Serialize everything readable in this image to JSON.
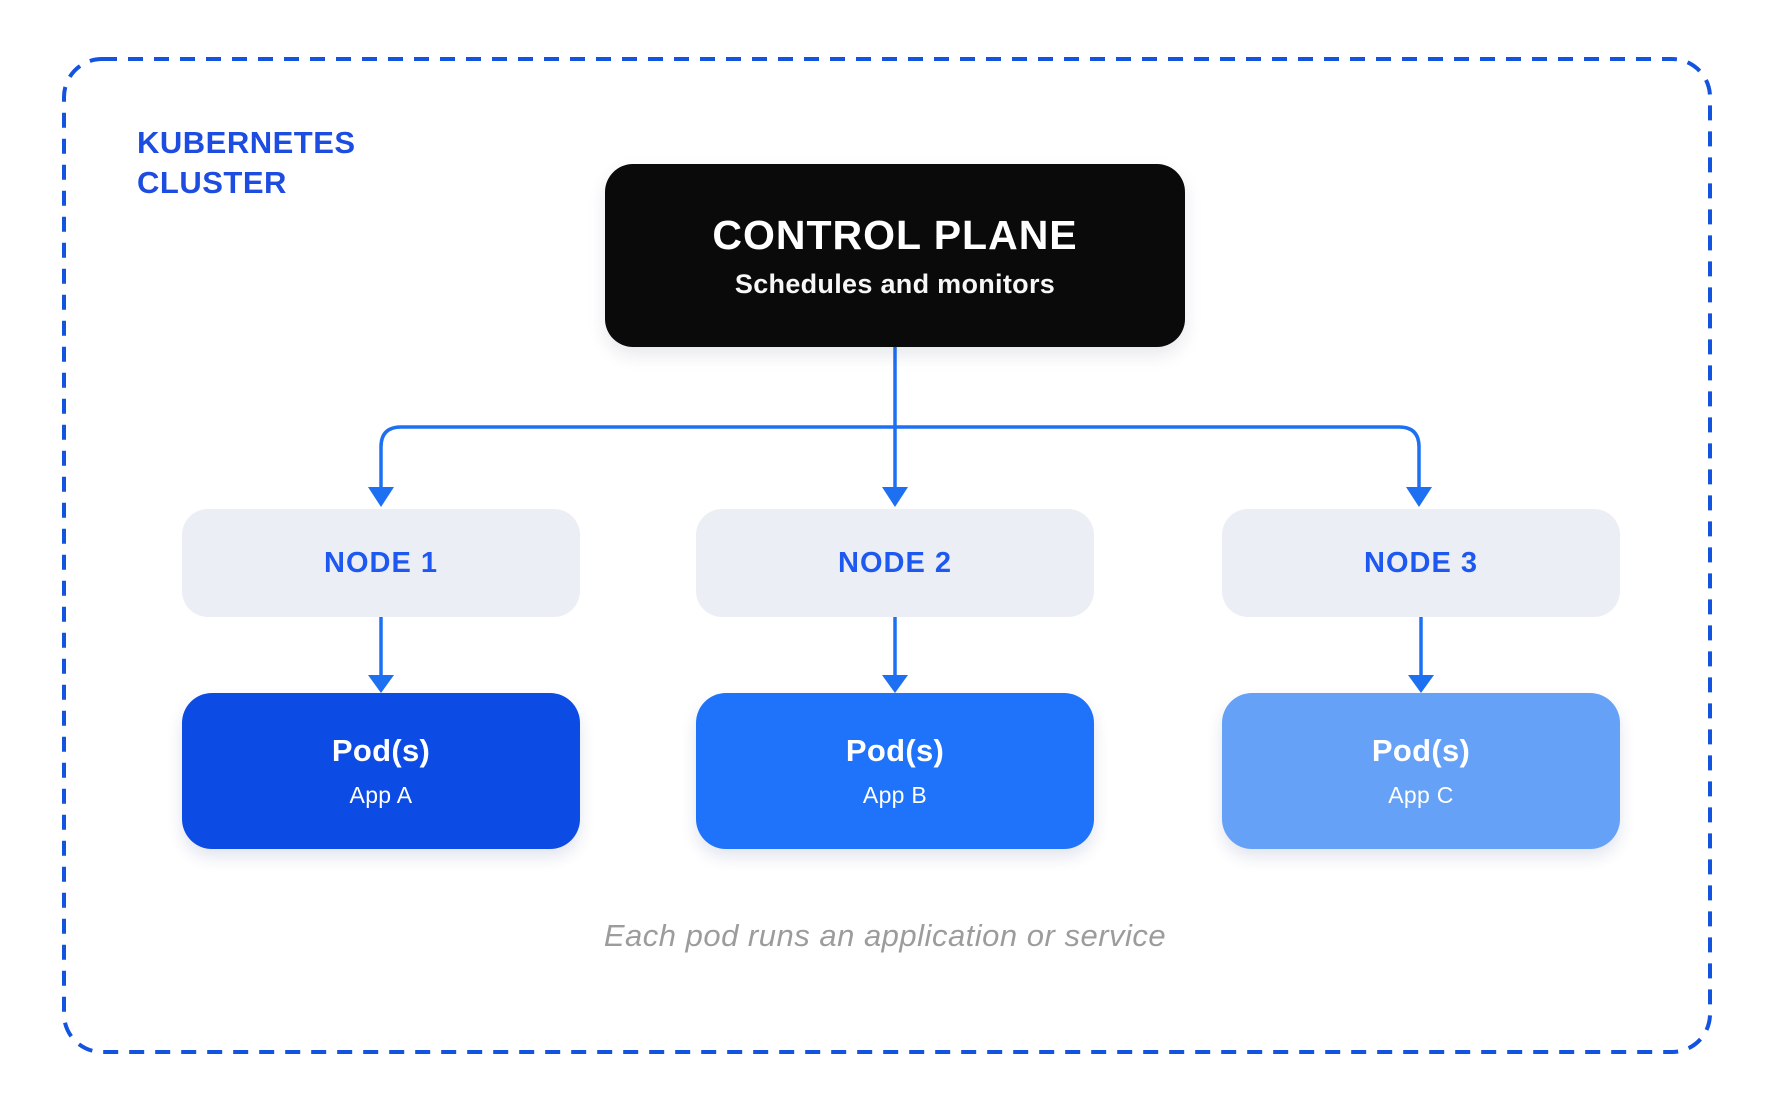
{
  "frame": {
    "label": "KUBERNETES\nCLUSTER",
    "border_color": "#1253df"
  },
  "control_plane": {
    "title": "CONTROL PLANE",
    "subtitle": "Schedules and monitors",
    "bg": "#0a0a0a"
  },
  "nodes": [
    {
      "label": "NODE 1"
    },
    {
      "label": "NODE 2"
    },
    {
      "label": "NODE 3"
    }
  ],
  "pods": [
    {
      "title": "Pod(s)",
      "app": "App A",
      "bg": "#0c4ce4"
    },
    {
      "title": "Pod(s)",
      "app": "App B",
      "bg": "#1f73fa"
    },
    {
      "title": "Pod(s)",
      "app": "App C",
      "bg": "#66a1f8"
    }
  ],
  "caption": "Each pod runs an application or service",
  "colors": {
    "cluster_label": "#1d4ce0",
    "connector": "#1e70f2",
    "node_bg": "#eceef5",
    "node_text": "#1d58f0",
    "caption": "#9c9c9c"
  }
}
